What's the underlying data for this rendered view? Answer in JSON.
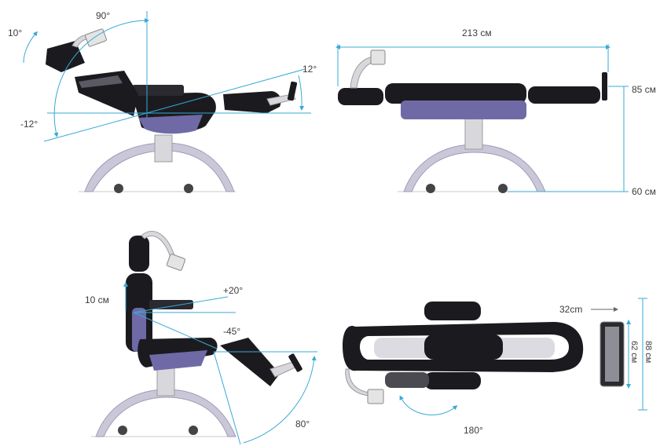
{
  "views": {
    "reclined_side": {
      "angle_90": "90°",
      "angle_10": "10°",
      "angle_12_up": "12°",
      "angle_minus_12": "-12°"
    },
    "flat_side": {
      "length": "213 см",
      "height_top": "85 см",
      "height_bottom": "60 см"
    },
    "seated_side": {
      "armrest_height": "10 см",
      "armrest_up": "+20°",
      "armrest_down": "-45°",
      "leg_angle": "80°"
    },
    "top_view": {
      "footrest_width": "32cm",
      "footrest_length": "62 см",
      "total_width": "88 см",
      "rotation": "180°"
    }
  },
  "colors": {
    "dimension_lines": "#39a9d6",
    "upholstery": "#1b1b1f",
    "frame_purple": "#6f6aa6",
    "base": "#c9c7d8"
  }
}
